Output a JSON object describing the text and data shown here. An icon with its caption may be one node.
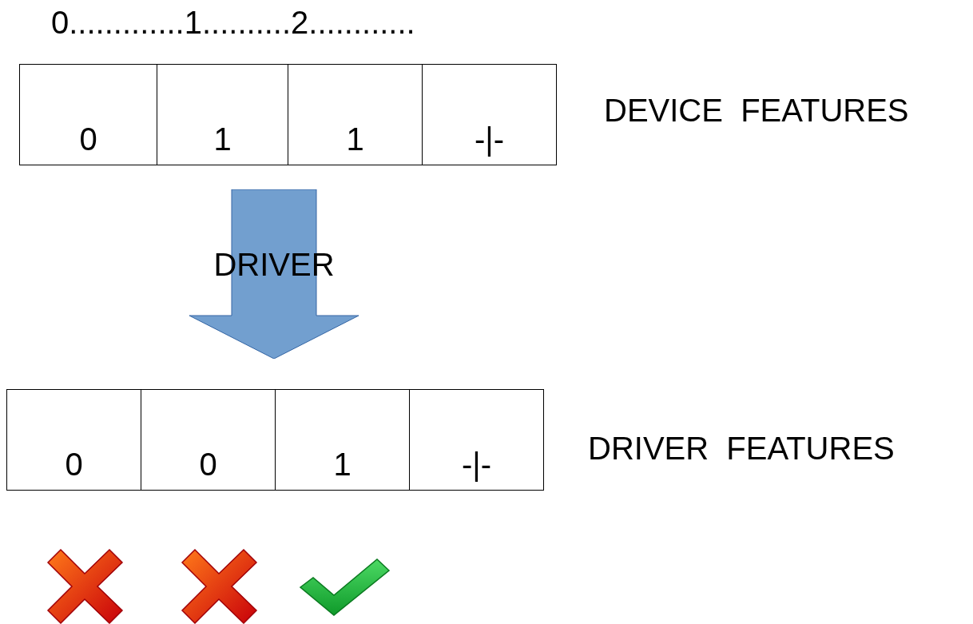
{
  "diagram": {
    "nodes": [
      {
        "text": [
          "0"
        ]
      },
      {
        "text": [
          "1"
        ]
      },
      {
        "text": [
          "1"
        ]
      },
      {
        "text": [
          "-|-"
        ]
      },
      {
        "text": [
          "DRIVER"
        ]
      },
      {
        "text": [
          "0"
        ]
      },
      {
        "text": [
          "0"
        ]
      },
      {
        "text": [
          "1"
        ]
      },
      {
        "text": [
          "-|-"
        ]
      }
    ],
    "labels": [
      "0.............1..........2............",
      "DEVICE  FEATURES",
      "DRIVER  FEATURES"
    ]
  }
}
